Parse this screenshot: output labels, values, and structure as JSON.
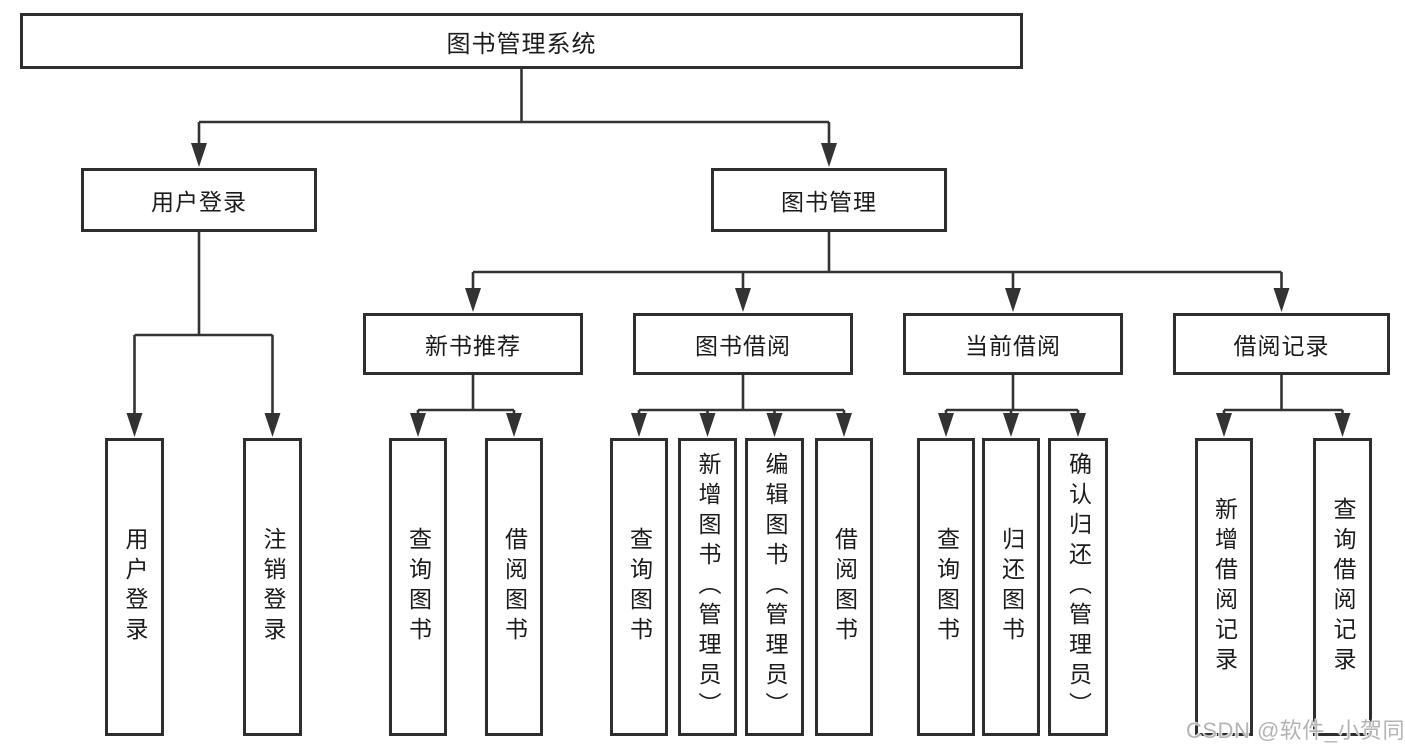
{
  "colors": {
    "background": "#ffffff",
    "box_border": "#2e2e2e",
    "connector_line": "#333333",
    "text": "#1b1b1b",
    "watermark": "#b4b4b4"
  },
  "watermark": {
    "text": "CSDN @软件_小贺同学"
  },
  "tree": {
    "root": {
      "label": "图书管理系统",
      "children": [
        {
          "label": "用户登录",
          "children": [
            {
              "label": "用户登录"
            },
            {
              "label": "注销登录"
            }
          ]
        },
        {
          "label": "图书管理",
          "children": [
            {
              "label": "新书推荐",
              "children": [
                {
                  "label": "查询图书"
                },
                {
                  "label": "借阅图书"
                }
              ]
            },
            {
              "label": "图书借阅",
              "children": [
                {
                  "label": "查询图书"
                },
                {
                  "label": "新增图书（管理员）"
                },
                {
                  "label": "编辑图书（管理员）"
                },
                {
                  "label": "借阅图书"
                }
              ]
            },
            {
              "label": "当前借阅",
              "children": [
                {
                  "label": "查询图书"
                },
                {
                  "label": "归还图书"
                },
                {
                  "label": "确认归还（管理员）"
                }
              ]
            },
            {
              "label": "借阅记录",
              "children": [
                {
                  "label": "新增借阅记录"
                },
                {
                  "label": "查询借阅记录"
                }
              ]
            }
          ]
        }
      ]
    }
  }
}
